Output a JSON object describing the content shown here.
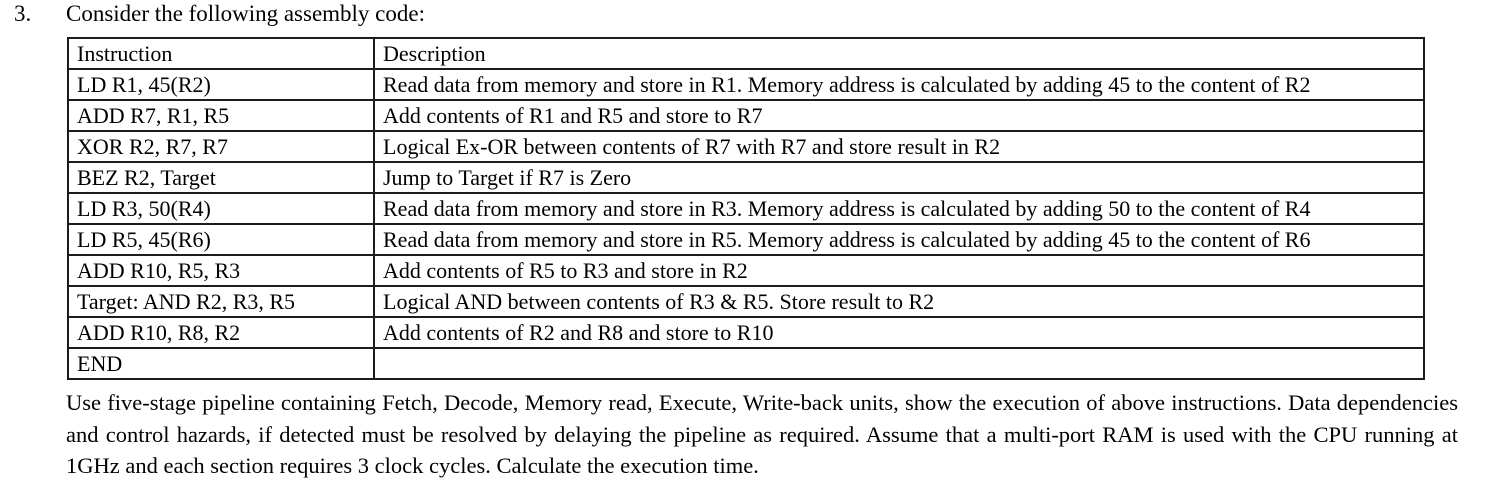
{
  "question": {
    "number": "3.",
    "prompt": "Consider the following assembly code:"
  },
  "table": {
    "headers": [
      "Instruction",
      "Description"
    ],
    "rows": [
      {
        "instruction": "LD R1, 45(R2)",
        "description": "Read data from memory and store in R1. Memory address is calculated by adding 45 to the content of R2"
      },
      {
        "instruction": "ADD R7, R1, R5",
        "description": "Add contents of R1 and R5 and store to R7"
      },
      {
        "instruction": "XOR R2, R7, R7",
        "description": "Logical Ex-OR between contents of R7 with R7 and store result in R2"
      },
      {
        "instruction": "BEZ R2, Target",
        "description": "Jump to Target if R7 is Zero"
      },
      {
        "instruction": "LD R3, 50(R4)",
        "description": "Read data from memory and store in R3. Memory address is calculated by adding 50 to the content of R4"
      },
      {
        "instruction": "LD R5, 45(R6)",
        "description": "Read data from memory and store in R5. Memory address is calculated by adding 45 to the content of R6"
      },
      {
        "instruction": "ADD R10, R5, R3",
        "description": "Add contents of R5 to R3 and store in R2"
      },
      {
        "instruction": "Target: AND R2, R3, R5",
        "description": "Logical AND between contents of R3 & R5. Store result to R2"
      },
      {
        "instruction": "ADD R10, R8, R2",
        "description": "Add contents of R2 and R8 and store to R10"
      },
      {
        "instruction": "END",
        "description": ""
      }
    ]
  },
  "paragraph": "Use five-stage pipeline containing Fetch, Decode, Memory read, Execute, Write-back units, show the execution of above instructions. Data dependencies and control hazards, if detected must be resolved by delaying the pipeline as required. Assume that a multi-port RAM is used with the CPU running at 1GHz and each section requires 3 clock cycles. Calculate the execution time."
}
